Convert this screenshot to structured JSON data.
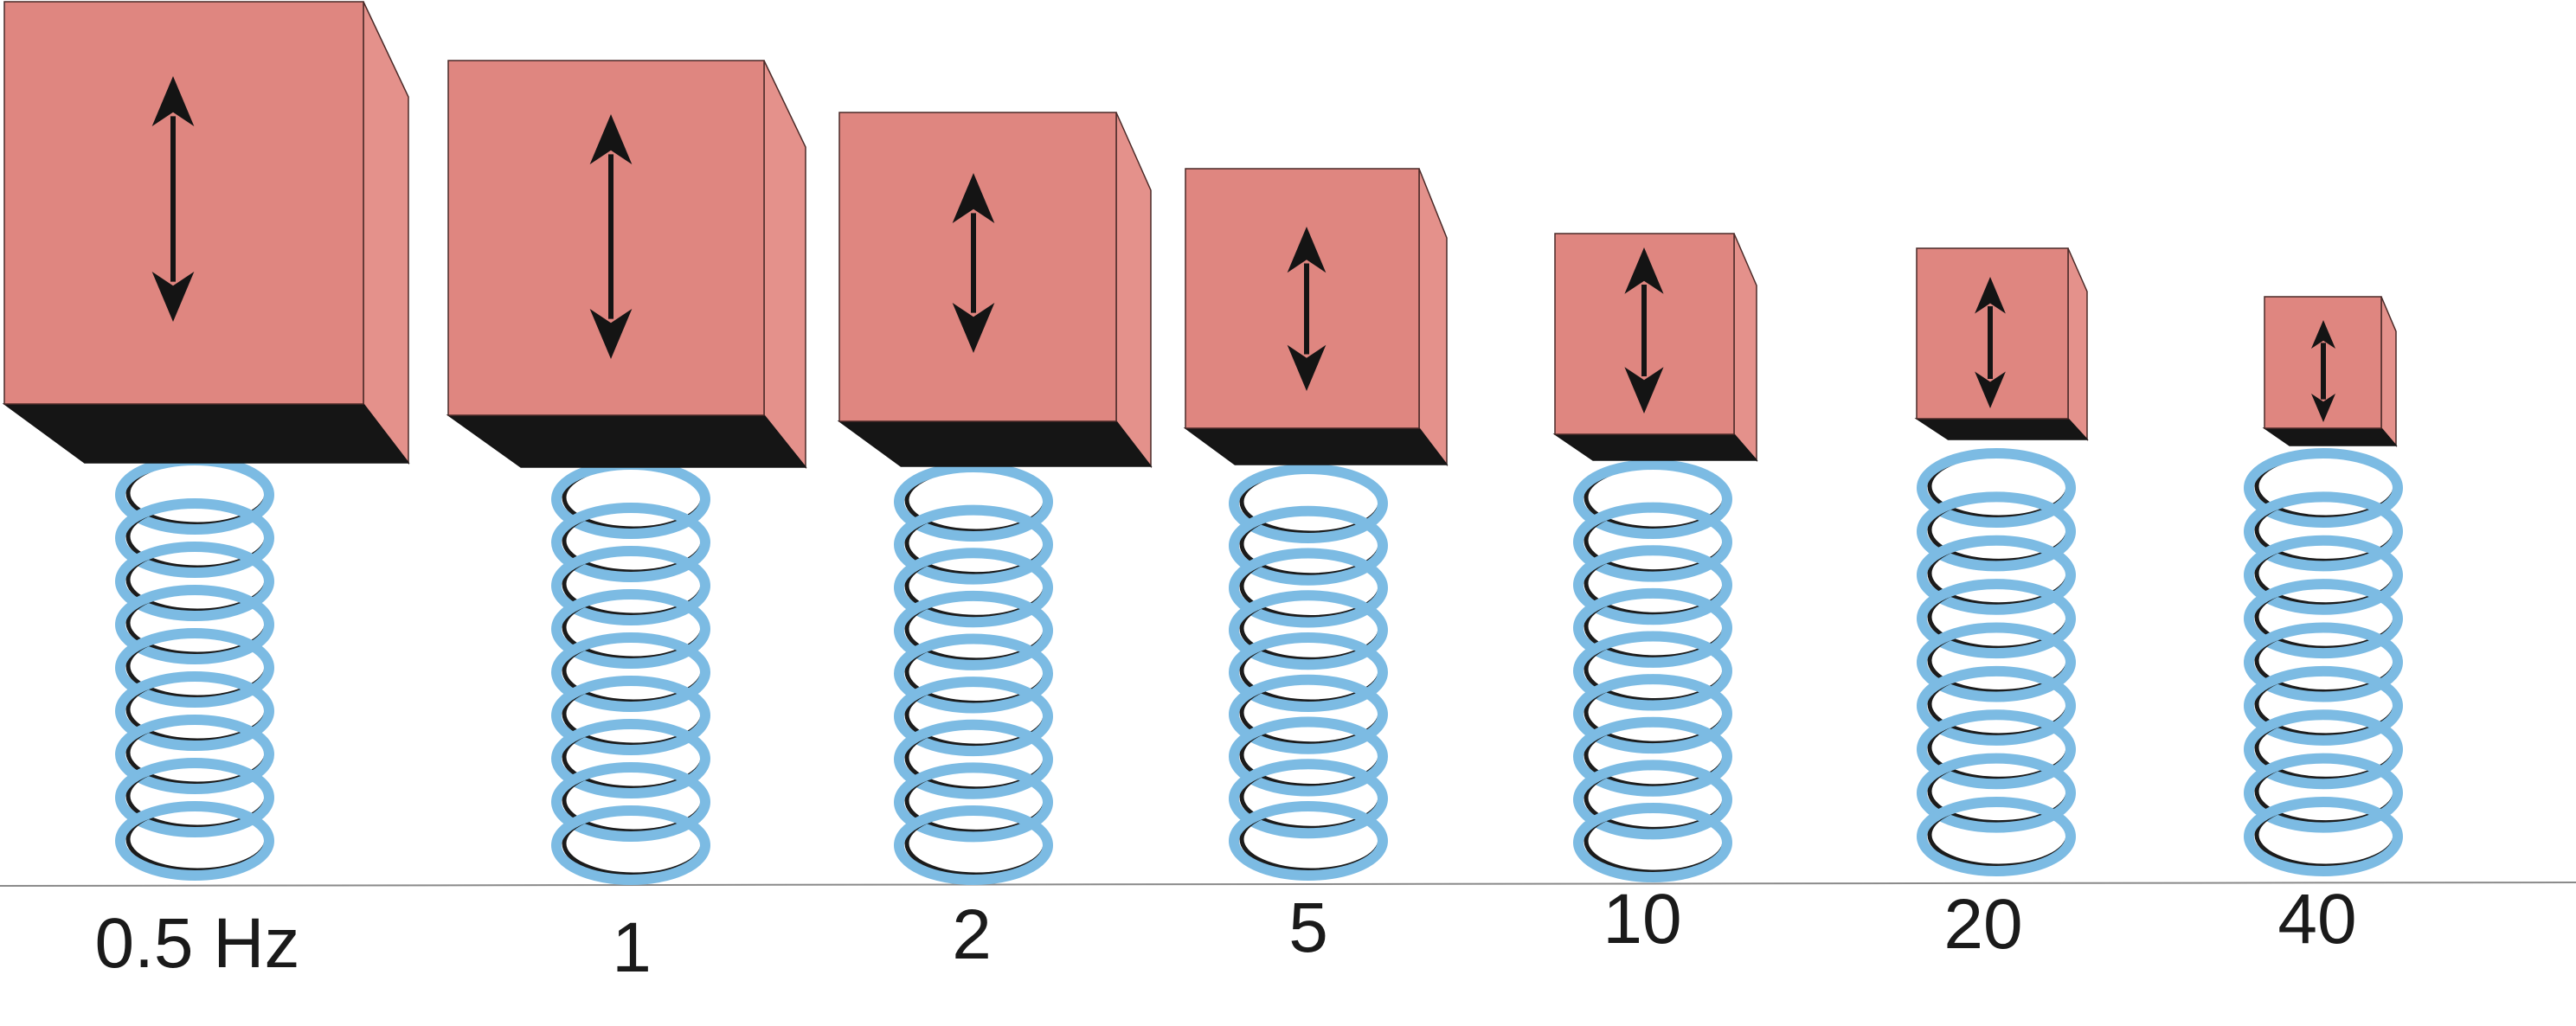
{
  "colors": {
    "box_front": "#df8680",
    "box_side": "#e4918b",
    "box_bottom": "#151515",
    "box_stroke": "#4a2a28",
    "spring_outer": "#7cbbe3",
    "spring_inner": "#1b1b1b",
    "arrow": "#141414",
    "baseline": "#8a8a8a"
  },
  "systems": [
    {
      "label": "0.5 Hz",
      "amplitude_rel": 1.0,
      "box_size_rel": 1.0
    },
    {
      "label": "1",
      "amplitude_rel": 0.99,
      "box_size_rel": 0.88
    },
    {
      "label": "2",
      "amplitude_rel": 0.72,
      "box_size_rel": 0.76
    },
    {
      "label": "5",
      "amplitude_rel": 0.66,
      "box_size_rel": 0.63
    },
    {
      "label": "10",
      "amplitude_rel": 0.66,
      "box_size_rel": 0.5
    },
    {
      "label": "20",
      "amplitude_rel": 0.53,
      "box_size_rel": 0.47
    },
    {
      "label": "40",
      "amplitude_rel": 0.36,
      "box_size_rel": 0.36
    }
  ]
}
